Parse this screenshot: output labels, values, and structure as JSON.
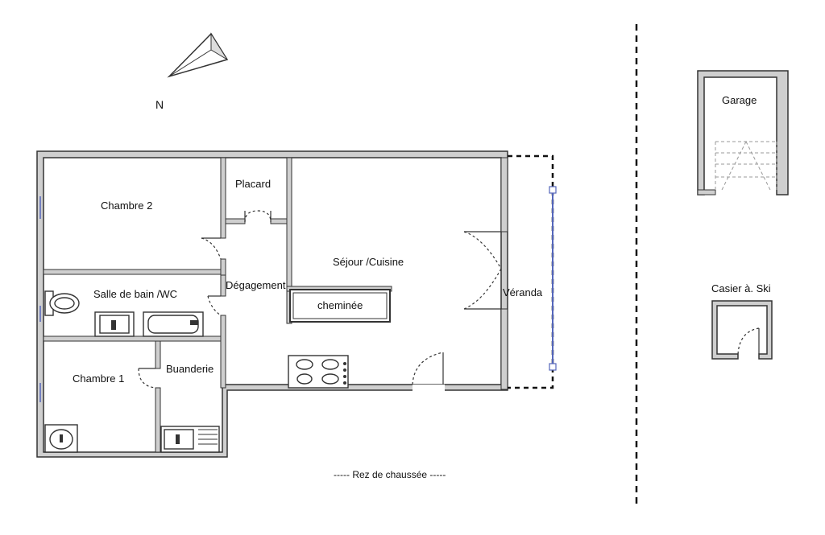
{
  "compass": {
    "label": "N"
  },
  "rooms": {
    "chambre2": "Chambre 2",
    "placard": "Placard",
    "sejour": "Séjour /Cuisine",
    "degagement": "Dégagement",
    "salle_de_bain": "Salle de bain /WC",
    "cheminee": "cheminée",
    "veranda": "Véranda",
    "chambre1": "Chambre 1",
    "buanderie": "Buanderie",
    "garage": "Garage",
    "casier_ski": "Casier à. Ski"
  },
  "floor_label": "----- Rez de chaussée -----"
}
